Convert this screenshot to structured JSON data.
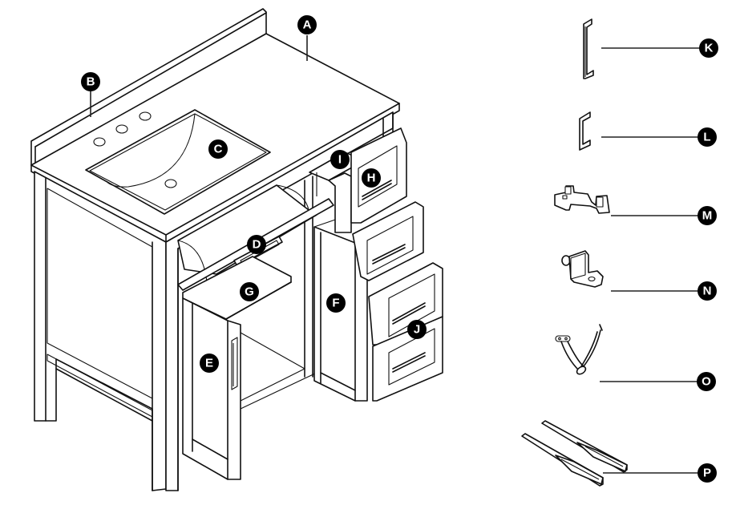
{
  "diagram": {
    "title": "Vanity parts identification",
    "callouts": [
      {
        "id": "A",
        "label": "A",
        "part": "countertop"
      },
      {
        "id": "B",
        "label": "B",
        "part": "backsplash"
      },
      {
        "id": "C",
        "label": "C",
        "part": "sink basin"
      },
      {
        "id": "D",
        "label": "D",
        "part": "tip-out tray panel"
      },
      {
        "id": "E",
        "label": "E",
        "part": "cabinet door"
      },
      {
        "id": "F",
        "label": "F",
        "part": "side drawer panel door"
      },
      {
        "id": "G",
        "label": "G",
        "part": "shelf"
      },
      {
        "id": "H",
        "label": "H",
        "part": "top drawer"
      },
      {
        "id": "I",
        "label": "I",
        "part": "small drawer"
      },
      {
        "id": "J",
        "label": "J",
        "part": "drawers"
      },
      {
        "id": "K",
        "label": "K",
        "part": "long handle"
      },
      {
        "id": "L",
        "label": "L",
        "part": "short handle"
      },
      {
        "id": "M",
        "label": "M",
        "part": "hinge"
      },
      {
        "id": "N",
        "label": "N",
        "part": "shelf support"
      },
      {
        "id": "O",
        "label": "O",
        "part": "door stay"
      },
      {
        "id": "P",
        "label": "P",
        "part": "drawer slides"
      }
    ]
  }
}
